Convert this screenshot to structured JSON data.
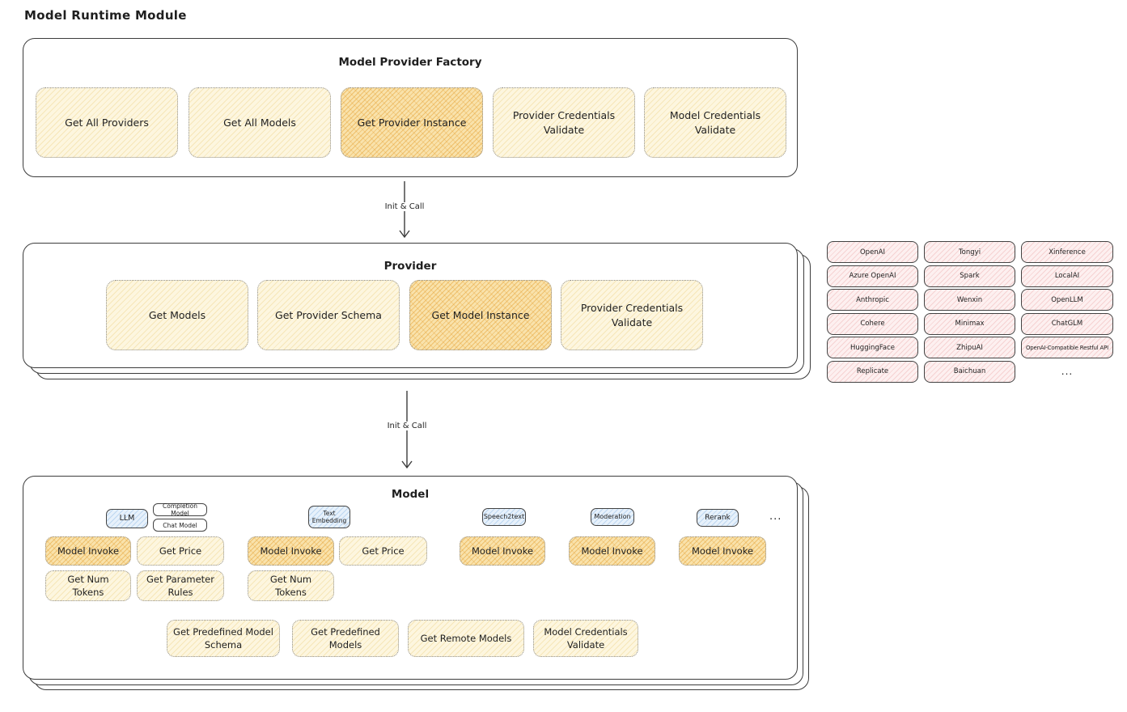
{
  "diagram_title": "Model Runtime Module",
  "arrows": {
    "arrow1_label": "Init & Call",
    "arrow2_label": "Init & Call"
  },
  "factory": {
    "title": "Model Provider Factory",
    "nodes": [
      {
        "label": "Get All Providers",
        "highlighted": false
      },
      {
        "label": "Get All Models",
        "highlighted": false
      },
      {
        "label": "Get Provider Instance",
        "highlighted": true
      },
      {
        "label": "Provider Credentials Validate",
        "highlighted": false
      },
      {
        "label": "Model Credentials Validate",
        "highlighted": false
      }
    ]
  },
  "provider": {
    "title": "Provider",
    "nodes": [
      {
        "label": "Get Models",
        "highlighted": false
      },
      {
        "label": "Get Provider Schema",
        "highlighted": false
      },
      {
        "label": "Get Model Instance",
        "highlighted": true
      },
      {
        "label": "Provider Credentials Validate",
        "highlighted": false
      }
    ]
  },
  "provider_list": {
    "items": [
      "OpenAI",
      "Tongyi",
      "Xinference",
      "Azure OpenAI",
      "Spark",
      "LocalAI",
      "Anthropic",
      "Wenxin",
      "OpenLLM",
      "Cohere",
      "Minimax",
      "ChatGLM",
      "HuggingFace",
      "ZhipuAI",
      "OpenAI-Compatible Restful API",
      "Replicate",
      "Baichuan"
    ],
    "more": "..."
  },
  "model": {
    "title": "Model",
    "type_chips": {
      "llm": "LLM",
      "completion_model": "Completion Model",
      "chat_model": "Chat Model",
      "text_embedding": "Text Embedding",
      "speech2text": "Speech2text",
      "moderation": "Moderation",
      "rerank": "Rerank"
    },
    "more": "...",
    "row1": [
      {
        "label": "Model Invoke",
        "highlighted": true
      },
      {
        "label": "Get Price",
        "highlighted": false
      },
      {
        "label": "Model Invoke",
        "highlighted": true
      },
      {
        "label": "Get Price",
        "highlighted": false
      },
      {
        "label": "Model Invoke",
        "highlighted": true
      },
      {
        "label": "Model Invoke",
        "highlighted": true
      },
      {
        "label": "Model Invoke",
        "highlighted": true
      }
    ],
    "row2": [
      {
        "label": "Get Num Tokens",
        "highlighted": false
      },
      {
        "label": "Get Parameter Rules",
        "highlighted": false
      },
      {
        "label": "Get Num Tokens",
        "highlighted": false
      }
    ],
    "row3": [
      {
        "label": "Get Predefined Model Schema",
        "highlighted": false
      },
      {
        "label": "Get Predefined Models",
        "highlighted": false
      },
      {
        "label": "Get Remote Models",
        "highlighted": false
      },
      {
        "label": "Model Credentials Validate",
        "highlighted": false
      }
    ]
  },
  "colors": {
    "node_fill": "#fdf6df",
    "node_highlight_fill": "#f9e2ab",
    "model_type_chip_fill": "#e7f1fb",
    "provider_chip_fill": "#fdf0f0",
    "border": "#3c3c3c"
  }
}
